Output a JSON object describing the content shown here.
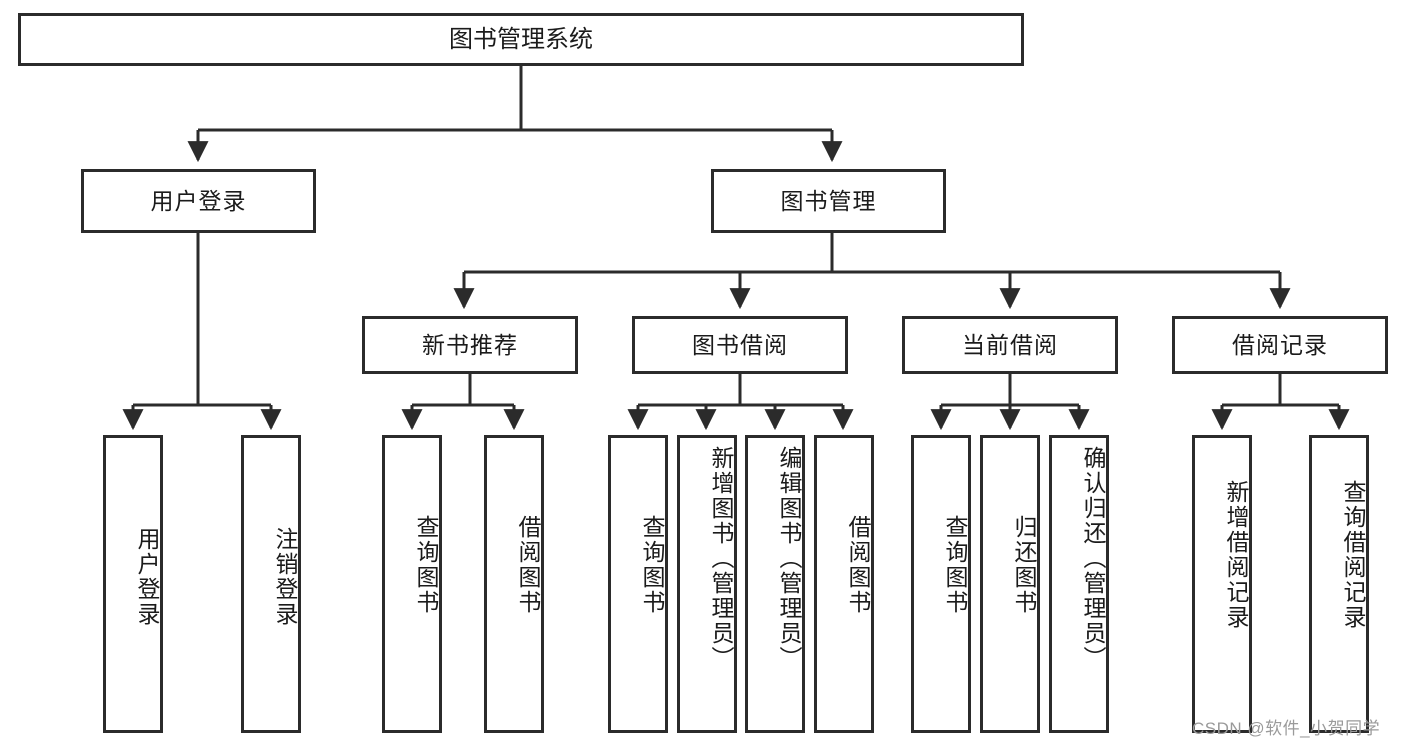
{
  "diagram": {
    "title_node": {
      "label": "图书管理系统"
    },
    "level2": [
      {
        "id": "user-login",
        "label": "用户登录"
      },
      {
        "id": "book-management",
        "label": "图书管理"
      }
    ],
    "level3": [
      {
        "id": "new-book-recommend",
        "label": "新书推荐"
      },
      {
        "id": "book-borrow",
        "label": "图书借阅"
      },
      {
        "id": "current-borrow",
        "label": "当前借阅"
      },
      {
        "id": "borrow-record",
        "label": "借阅记录"
      }
    ],
    "leaves": {
      "user_login": [
        {
          "id": "leaf-user-login",
          "label": "用户登录"
        },
        {
          "id": "leaf-logout-login",
          "label": "注销登录"
        }
      ],
      "new_book_recommend": [
        {
          "id": "leaf-query-book-1",
          "label": "查询图书"
        },
        {
          "id": "leaf-borrow-book-1",
          "label": "借阅图书"
        }
      ],
      "book_borrow": [
        {
          "id": "leaf-query-book-2",
          "label": "查询图书"
        },
        {
          "id": "leaf-add-book",
          "label": "新增图书（管理员）"
        },
        {
          "id": "leaf-edit-book",
          "label": "编辑图书（管理员）"
        },
        {
          "id": "leaf-borrow-book-2",
          "label": "借阅图书"
        }
      ],
      "current_borrow": [
        {
          "id": "leaf-query-book-3",
          "label": "查询图书"
        },
        {
          "id": "leaf-return-book",
          "label": "归还图书"
        },
        {
          "id": "leaf-confirm-return",
          "label": "确认归还（管理员）"
        }
      ],
      "borrow_record": [
        {
          "id": "leaf-add-borrow-record",
          "label": "新增借阅记录"
        },
        {
          "id": "leaf-query-borrow-record",
          "label": "查询借阅记录"
        }
      ]
    },
    "colors": {
      "stroke": "#2b2b2b",
      "fill": "#ffffff",
      "text": "#1b1b1b",
      "watermark": "#9a9a9a"
    }
  },
  "watermark": {
    "text": "CSDN @软件_小贺同学"
  }
}
